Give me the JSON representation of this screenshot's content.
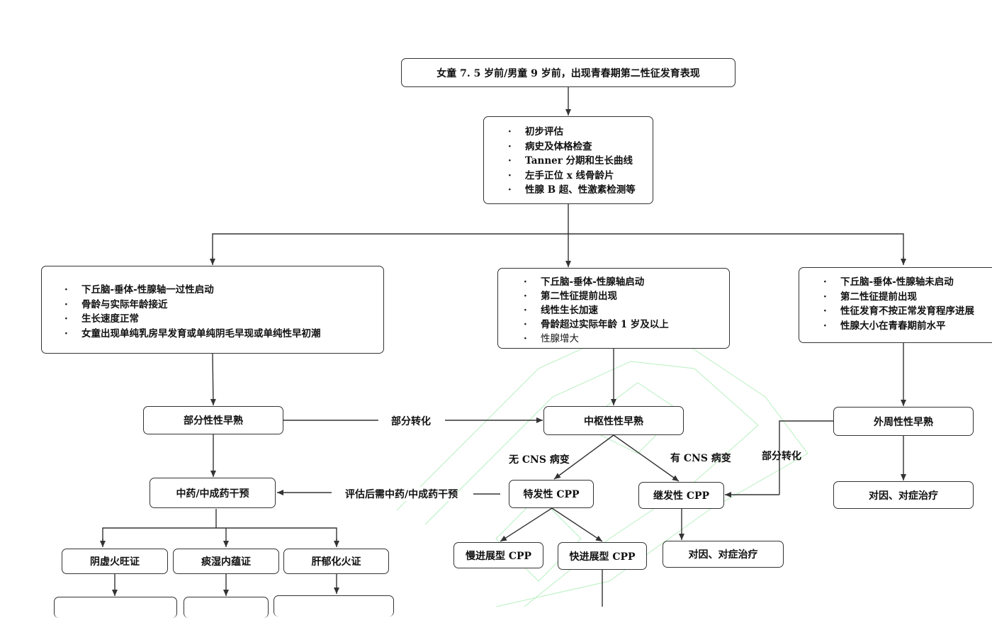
{
  "start": "女童 7. 5 岁前/男童 9 岁前，出现青春期第二性征发育表现",
  "initial_eval": [
    "初步评估",
    "病史及体格检查",
    "Tanner 分期和生长曲线",
    "左手正位 x 线骨龄片",
    "性腺 B 超、性激素检测等"
  ],
  "left_criteria": [
    "下丘脑-垂体-性腺轴一过性启动",
    "骨龄与实际年龄接近",
    "生长速度正常",
    "女童出现单纯乳房早发育或单纯阴毛早现或单纯性早初潮"
  ],
  "center_criteria": [
    "下丘脑-垂体-性腺轴启动",
    "第二性征提前出现",
    "线性生长加速",
    "骨龄超过实际年龄 1 岁及以上",
    "性腺增大"
  ],
  "right_criteria": [
    "下丘脑-垂体-性腺轴未启动",
    "第二性征提前出现",
    "性征发育不按正常发育程序进展",
    "性腺大小在青春期前水平"
  ],
  "nodes": {
    "partial": "部分性性早熟",
    "central": "中枢性性早熟",
    "peripheral": "外周性性早熟",
    "tcm": "中药/中成药干预",
    "idiopathic": "特发性 CPP",
    "secondary": "继发性 CPP",
    "cause_tx_right": "对因、对症治疗",
    "slow": "慢进展型 CPP",
    "fast": "快进展型 CPP",
    "cause_tx_center": "对因、对症治疗",
    "yin": "阴虚火旺证",
    "phlegm": "痰湿内蕴证",
    "liver": "肝郁化火证"
  },
  "labels": {
    "partial_convert": "部分转化",
    "partial_convert_right": "部分转化",
    "tcm_needed": "评估后需中药/中成药干预",
    "no_cns": "无 CNS 病变",
    "has_cns": "有 CNS 病变"
  },
  "colors": {
    "line": "#333333",
    "watermark": "#b8f0c0"
  }
}
